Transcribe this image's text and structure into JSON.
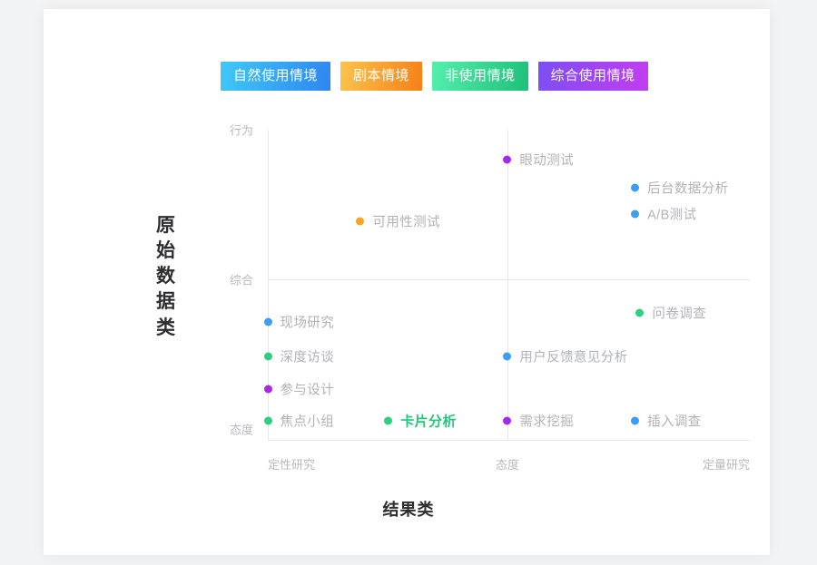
{
  "legend": {
    "items": [
      {
        "label": "自然使用情境",
        "key": "natural",
        "color_from": "#3fc9f7",
        "color_to": "#2f86f0"
      },
      {
        "label": "剧本情境",
        "key": "script",
        "color_from": "#fcc44c",
        "color_to": "#f58017"
      },
      {
        "label": "非使用情境",
        "key": "nonuse",
        "color_from": "#54efae",
        "color_to": "#1fbf7a"
      },
      {
        "label": "综合使用情境",
        "key": "combined",
        "color_from": "#7b4ff5",
        "color_to": "#c33df0"
      }
    ]
  },
  "chart_data": {
    "type": "scatter",
    "title": "",
    "xlabel": "结果类",
    "ylabel": "原始数据类",
    "xticks": [
      "定性研究",
      "态度",
      "定量研究"
    ],
    "yticks": [
      "行为",
      "综合",
      "态度"
    ],
    "grid": true,
    "legend_position": "top",
    "xlim": [
      0,
      1
    ],
    "ylim": [
      0,
      1
    ],
    "colors": {
      "blue": "#3b9ef5",
      "green": "#2dd07f",
      "purple": "#a827e8",
      "orange": "#f5a623",
      "highlight": "#21c87a"
    },
    "points": [
      {
        "label": "眼动测试",
        "color": "#a827e8",
        "x": 0.497,
        "y": 0.904,
        "category": "combined"
      },
      {
        "label": "后台数据分析",
        "color": "#3b9ef5",
        "x": 0.762,
        "y": 0.813,
        "category": "natural"
      },
      {
        "label": "A/B测试",
        "color": "#3b9ef5",
        "x": 0.762,
        "y": 0.728,
        "category": "natural"
      },
      {
        "label": "可用性测试",
        "color": "#f5a623",
        "x": 0.192,
        "y": 0.705,
        "category": "script"
      },
      {
        "label": "问卷调查",
        "color": "#2dd07f",
        "x": 0.772,
        "y": 0.411,
        "category": "nonuse"
      },
      {
        "label": "现场研究",
        "color": "#3b9ef5",
        "x": 0.0,
        "y": 0.381,
        "category": "natural"
      },
      {
        "label": "深度访谈",
        "color": "#2dd07f",
        "x": 0.0,
        "y": 0.272,
        "category": "nonuse"
      },
      {
        "label": "用户反馈意见分析",
        "color": "#3b9ef5",
        "x": 0.497,
        "y": 0.272,
        "category": "natural"
      },
      {
        "label": "参与设计",
        "color": "#a827e8",
        "x": 0.0,
        "y": 0.166,
        "category": "combined"
      },
      {
        "label": "焦点小组",
        "color": "#2dd07f",
        "x": 0.0,
        "y": 0.064,
        "category": "nonuse"
      },
      {
        "label": "卡片分析",
        "color": "#2dd07f",
        "x": 0.25,
        "y": 0.064,
        "category": "nonuse",
        "highlight": true
      },
      {
        "label": "需求挖掘",
        "color": "#a827e8",
        "x": 0.497,
        "y": 0.064,
        "category": "combined"
      },
      {
        "label": "插入调查",
        "color": "#3b9ef5",
        "x": 0.762,
        "y": 0.064,
        "category": "natural"
      }
    ]
  }
}
